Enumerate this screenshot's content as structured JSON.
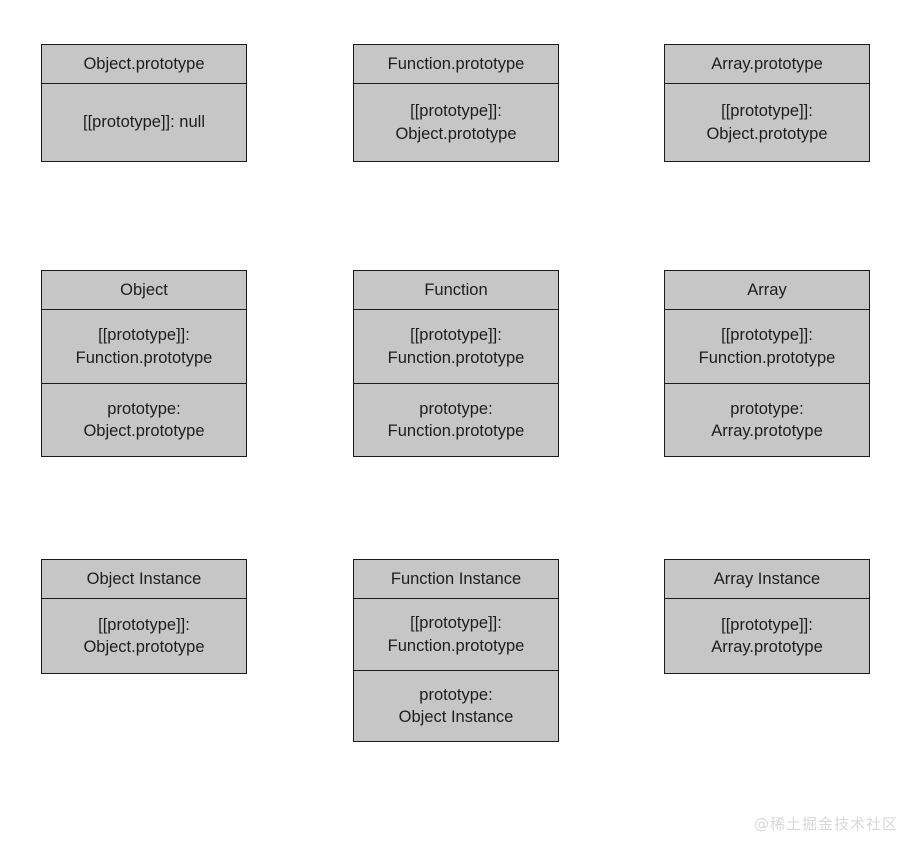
{
  "diagram": {
    "title": "JavaScript prototype chain diagram",
    "colors": {
      "card_fill": "#c6c6c6",
      "card_border": "#1a1a1a",
      "text": "#1d1d1d",
      "background": "#ffffff",
      "watermark": "#d8d8d8"
    },
    "rows": [
      {
        "name": "prototype-objects-row",
        "cards": [
          {
            "name": "object-prototype-card",
            "header": "Object.prototype",
            "sections": [
              "[[prototype]]: null"
            ]
          },
          {
            "name": "function-prototype-card",
            "header": "Function.prototype",
            "sections": [
              "[[prototype]]:\nObject.prototype"
            ]
          },
          {
            "name": "array-prototype-card",
            "header": "Array.prototype",
            "sections": [
              "[[prototype]]:\nObject.prototype"
            ]
          }
        ]
      },
      {
        "name": "constructors-row",
        "cards": [
          {
            "name": "object-constructor-card",
            "header": "Object",
            "sections": [
              "[[prototype]]:\nFunction.prototype",
              "prototype:\nObject.prototype"
            ]
          },
          {
            "name": "function-constructor-card",
            "header": "Function",
            "sections": [
              "[[prototype]]:\nFunction.prototype",
              "prototype:\nFunction.prototype"
            ]
          },
          {
            "name": "array-constructor-card",
            "header": "Array",
            "sections": [
              "[[prototype]]:\nFunction.prototype",
              "prototype:\nArray.prototype"
            ]
          }
        ]
      },
      {
        "name": "instances-row",
        "cards": [
          {
            "name": "object-instance-card",
            "header": "Object Instance",
            "sections": [
              "[[prototype]]:\nObject.prototype"
            ]
          },
          {
            "name": "function-instance-card",
            "header": "Function Instance",
            "sections": [
              "[[prototype]]:\nFunction.prototype",
              "prototype:\nObject Instance"
            ]
          },
          {
            "name": "array-instance-card",
            "header": "Array Instance",
            "sections": [
              "[[prototype]]:\nArray.prototype"
            ]
          }
        ]
      }
    ]
  },
  "watermark": {
    "text": "@稀土掘金技术社区"
  }
}
